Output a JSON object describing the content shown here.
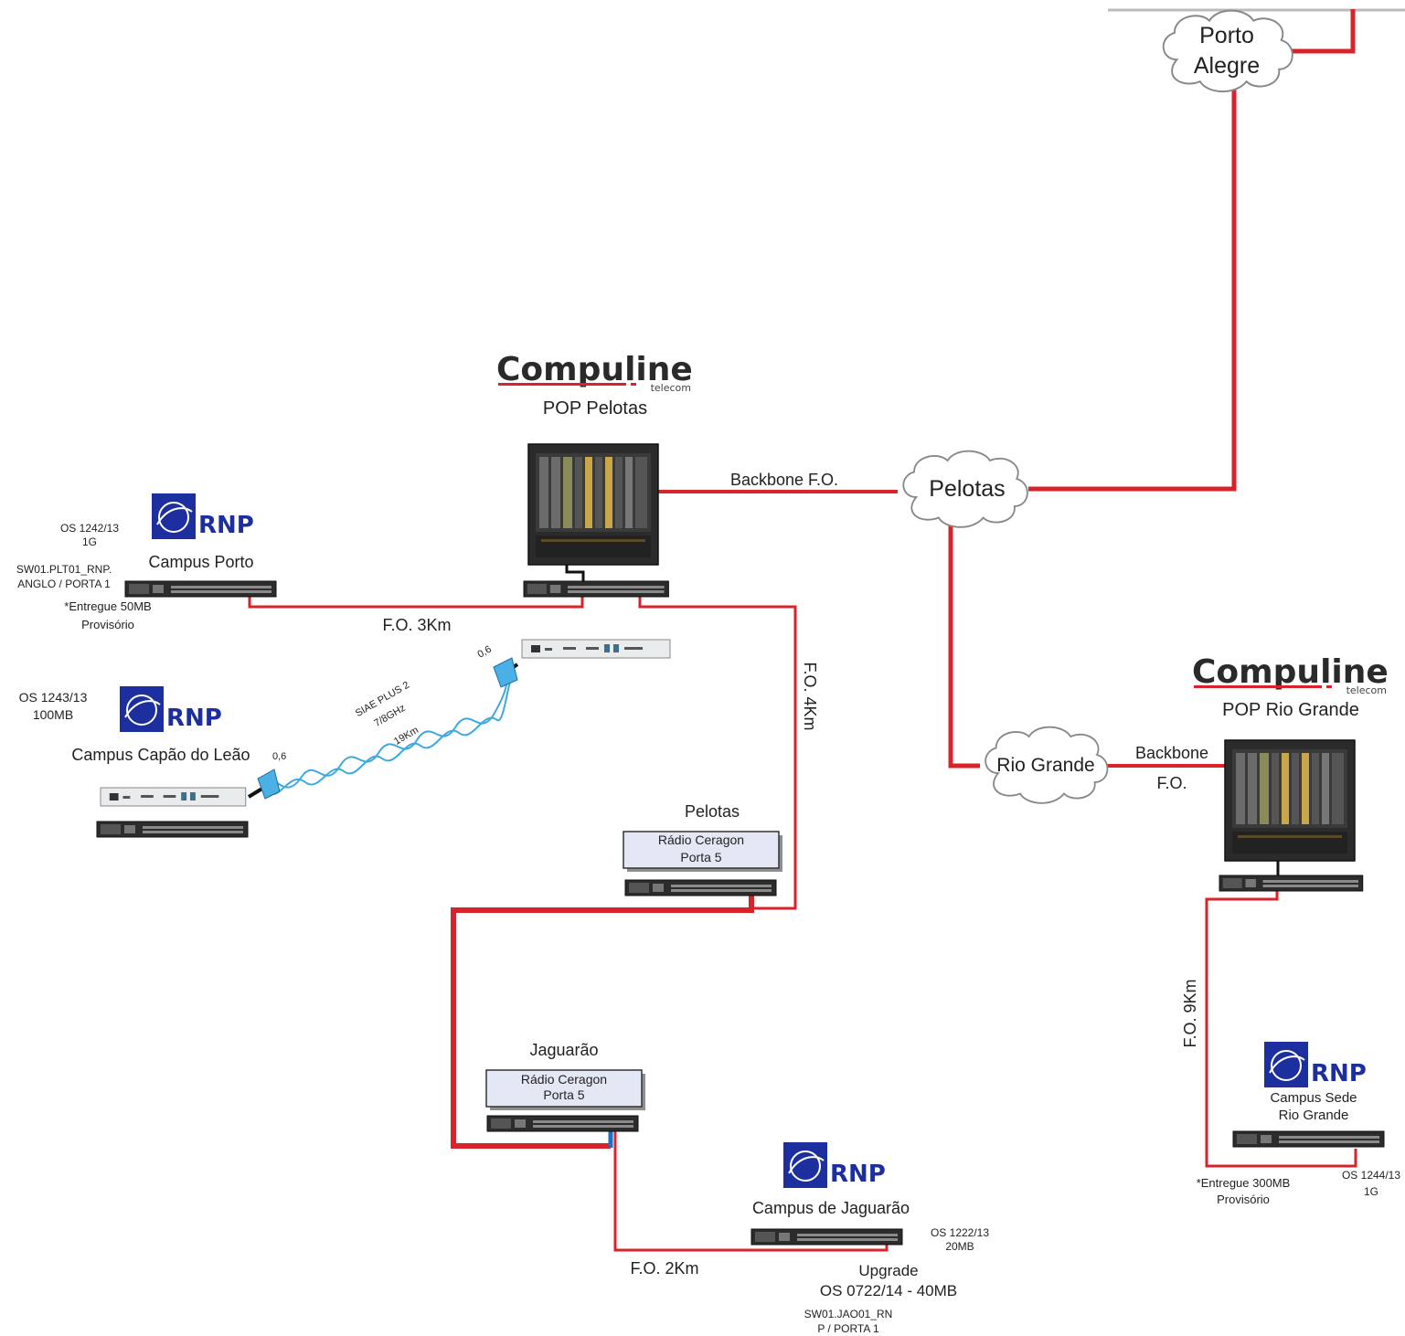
{
  "clouds": {
    "porto_alegre_1": "Porto",
    "porto_alegre_2": "Alegre",
    "pelotas": "Pelotas",
    "rio_grande": "Rio Grande"
  },
  "logos": {
    "compuline": "Compuline",
    "compuline_sub": "telecom",
    "rnp": "RNP"
  },
  "pop_pelotas": {
    "title": "POP Pelotas",
    "backbone_label": "Backbone F.O."
  },
  "pop_rio_grande": {
    "title": "POP Rio Grande",
    "backbone_1": "Backbone",
    "backbone_2": "F.O."
  },
  "campus_porto": {
    "name": "Campus Porto",
    "os_1": "OS 1242/13",
    "os_2": "1G",
    "sw_1": "SW01.PLT01_RNP.",
    "sw_2": "ANGLO / PORTA 1",
    "note_1": "*Entregue 50MB",
    "note_2": "Provisório",
    "link": "F.O. 3Km"
  },
  "campus_capao": {
    "name": "Campus Capão do Leão",
    "os_1": "OS 1243/13",
    "os_2": "100MB",
    "radio_1": "SIAE PLUS 2",
    "radio_2": "7/8GHz",
    "radio_3": "19Km",
    "ant": "0,6"
  },
  "link_4km": "F.O. 4Km",
  "pelotas_radio": {
    "city": "Pelotas",
    "line_1": "Rádio Ceragon",
    "line_2": "Porta 5"
  },
  "jaguarao_radio": {
    "city": "Jaguarão",
    "line_1": "Rádio Ceragon",
    "line_2": "Porta 5"
  },
  "campus_jaguarao": {
    "name": "Campus de Jaguarão",
    "os_1": "OS 1222/13",
    "os_2": "20MB",
    "link": "F.O. 2Km",
    "upgrade_1": "Upgrade",
    "upgrade_2": "OS 0722/14 - 40MB",
    "sw_1": "SW01.JAO01_RN",
    "sw_2": "P / PORTA 1"
  },
  "campus_sede": {
    "name_1": "Campus Sede",
    "name_2": "Rio Grande",
    "link": "F.O. 9Km",
    "note_1": "*Entregue 300MB",
    "note_2": "Provisório",
    "os_1": "OS 1244/13",
    "os_2": "1G"
  },
  "colors": {
    "fiber": "#d9232a",
    "blue_fiber": "#1f6fc4",
    "rnp": "#1d2f9e",
    "compuline_accent": "#d9232a"
  }
}
